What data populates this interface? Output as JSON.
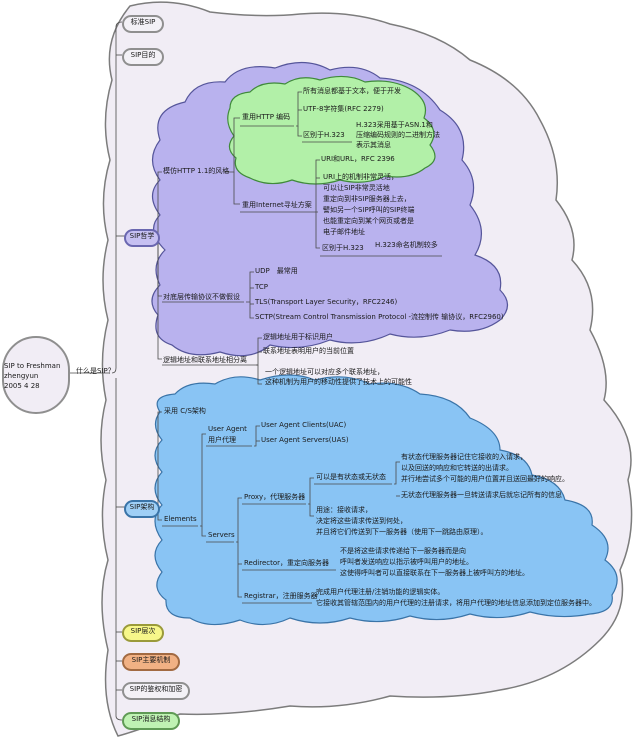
{
  "root": {
    "lines": [
      "SIP to Freshman",
      "zhengyun",
      "2005 4 28"
    ]
  },
  "main_topic": "什么是SIP？",
  "top_items": [
    "标准SIP",
    "SIP目的"
  ],
  "philosophy": {
    "label": "SIP哲学",
    "http_style": {
      "label": "模仿HTTP 1.1的风格",
      "reuse_http_encoding": {
        "label": "重用HTTP 编码",
        "items": [
          "所有消息都基于文本，便于开发",
          "UTF-8字符集(RFC 2279)"
        ],
        "vs_h323": {
          "label": "区别于H.323",
          "detail": [
            "H.323采用基于ASN.1和",
            "压缩编码规则的二进制方法",
            "表示其消息"
          ]
        }
      },
      "reuse_internet_addressing": {
        "label": "重用Internet寻址方案",
        "items": [
          "URI和URL，RFC 2396"
        ],
        "detail": [
          "URI上的机制非常灵活，",
          "可以让SIP非常灵活地",
          "重定向到非SIP服务器上去，",
          "譬如另一个SIP呼叫的SIP终端",
          "也能重定向到某个网页或者是",
          "电子邮件地址"
        ],
        "vs_h323": {
          "label": "区别于H.323",
          "detail": "H.323命名机制较多"
        }
      }
    },
    "transport": {
      "label": "对底层传输协议不做假设",
      "items": [
        "UDP　最常用",
        "TCP",
        "TLS(Transport Layer Security，RFC2246)",
        "SCTP(Stream Control Transmission Protocol -流控制传 输协议，RFC2960)"
      ]
    },
    "logical_address": {
      "label": "逻辑地址和联系地址相分离",
      "items": [
        "逻辑地址用于标识用户",
        "联系地址表明用户的当前位置"
      ],
      "detail": [
        "一个逻辑地址可以对应多个联系地址，",
        "这种机制为用户的移动性提供了技术上的可能性"
      ]
    }
  },
  "architecture": {
    "label": "SIP架构",
    "cs": "采用 C/S架构",
    "elements": {
      "label": "Elements",
      "user_agent": {
        "label": [
          "User Agent",
          "用户代理"
        ],
        "items": [
          "User Agent Clients(UAC)",
          "User Agent Servers(UAS)"
        ]
      },
      "servers": {
        "label": "Servers",
        "proxy": {
          "label": "Proxy，代理服务器",
          "stateful_label": "可以是有状态或无状态",
          "stateful_detail": [
            "有状态代理服务器记住它接收的入请求，",
            "以及回送的响应和它转送的出请求。",
            "并行地尝试多个可能的用户位置并且送回最好的响应。"
          ],
          "stateless_detail": "无状态代理服务器一旦转送请求后就忘记所有的信息",
          "usage": [
            "用途：接收请求，",
            "决定将这些请求传送到何处，",
            "并且将它们传送到下一服务器（使用下一跳路由原理）。"
          ]
        },
        "redirector": {
          "label": "Redirector，重定向服务器",
          "detail": [
            "不是将这些请求传递给下一服务器而是向",
            "呼叫者发送响应以指示被呼叫用户的地址。",
            "这使得呼叫者可以直接联系在下一服务器上被呼叫方的地址。"
          ]
        },
        "registrar": {
          "label": "Registrar，注册服务器",
          "detail": [
            "完成用户代理注册/注销功能的逻辑实体。",
            "它接收其管辖范围内的用户代理的注册请求，将用户代理的地址信息添加到定位服务器中。"
          ]
        }
      }
    }
  },
  "bottom_items": [
    "SIP层次",
    "SIP主要机制",
    "SIP的鉴权和加密",
    "SIP消息结构"
  ],
  "colors": {
    "gray_cloud": "#f1edf5",
    "purple_cloud": "#b9b2ee",
    "green_cloud": "#b2f0a8",
    "blue_cloud": "#89c4f4",
    "yellow_item": "#f7f78a",
    "orange_item": "#f1b184",
    "green_item": "#bff2b3",
    "line": "#4a4a4a"
  }
}
